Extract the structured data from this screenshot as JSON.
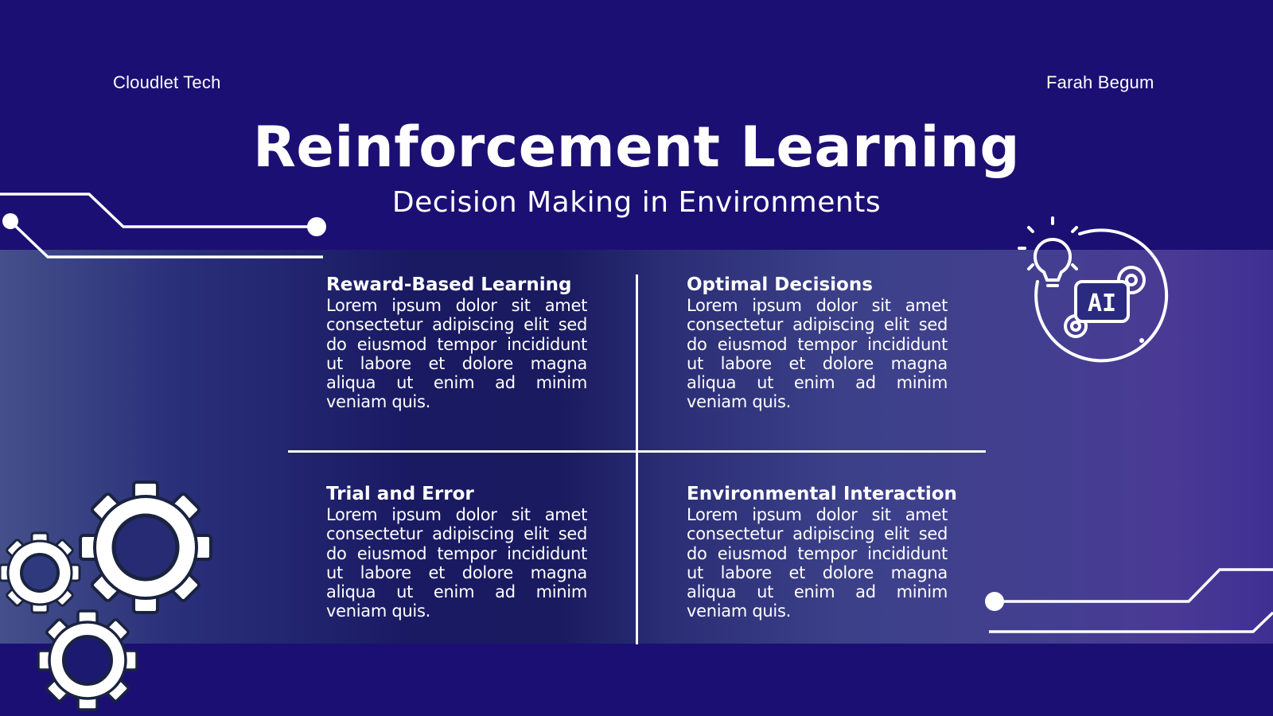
{
  "header": {
    "brand_left": "Cloudlet Tech",
    "brand_right": "Farah Begum"
  },
  "hero": {
    "title": "Reinforcement Learning",
    "subtitle": "Decision Making in Environments"
  },
  "cards": [
    {
      "heading": "Reward-Based Learning",
      "body": "Lorem ipsum dolor sit amet consectetur adipiscing elit sed do eiusmod tempor incididunt ut labore et dolore magna aliqua ut enim ad minim veniam quis."
    },
    {
      "heading": "Optimal Decisions",
      "body": "Lorem ipsum dolor sit amet consectetur adipiscing elit sed do eiusmod tempor incididunt ut labore et dolore magna aliqua ut enim ad minim veniam quis."
    },
    {
      "heading": "Trial and Error",
      "body": "Lorem ipsum dolor sit amet consectetur adipiscing elit sed do eiusmod tempor incididunt ut labore et dolore magna aliqua ut enim ad minim veniam quis."
    },
    {
      "heading": "Environmental Interaction",
      "body": "Lorem ipsum dolor sit amet consectetur adipiscing elit sed do eiusmod tempor incididunt ut labore et dolore magna aliqua ut enim ad minim veniam quis."
    }
  ],
  "icons": {
    "ai_badge_text": "AI",
    "top_right": "ai-lightbulb-gears-icon",
    "bottom_left": "gears-icon",
    "circuit": "circuit-line-icon"
  },
  "colors": {
    "background": "#1c0f73",
    "text": "#ffffff",
    "gear_outline": "#1a2340"
  }
}
